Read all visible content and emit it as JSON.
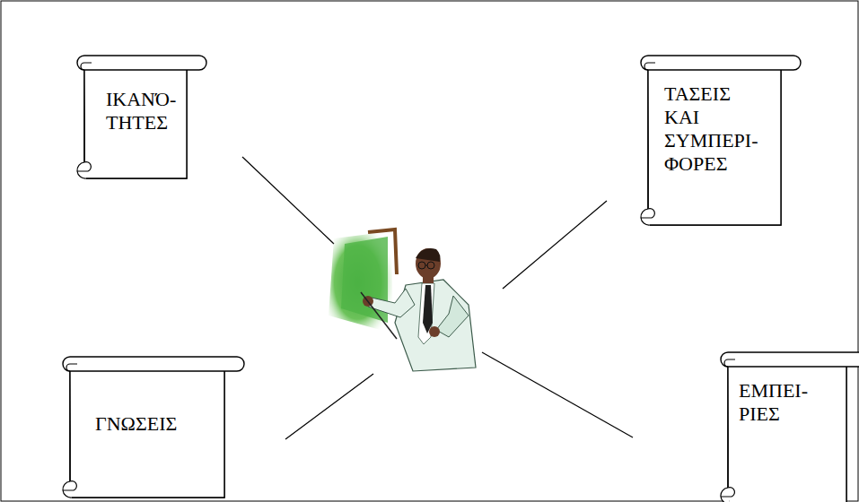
{
  "diagram": {
    "nodes": [
      {
        "text": [
          "ΙΚΑΝΌ- ΤΗΤΕΣ"
        ]
      },
      {
        "text": [
          "ΤΑΣΕΙΣ ΚΑΙ ΣΥΜΠΕΡΙ- ΦΟΡΕΣ"
        ]
      },
      {
        "text": [
          "ΓΝΩΣΕΙΣ"
        ]
      },
      {
        "text": [
          "ΕΜΠΕΙ- ΡΙΕΣ"
        ]
      }
    ]
  }
}
